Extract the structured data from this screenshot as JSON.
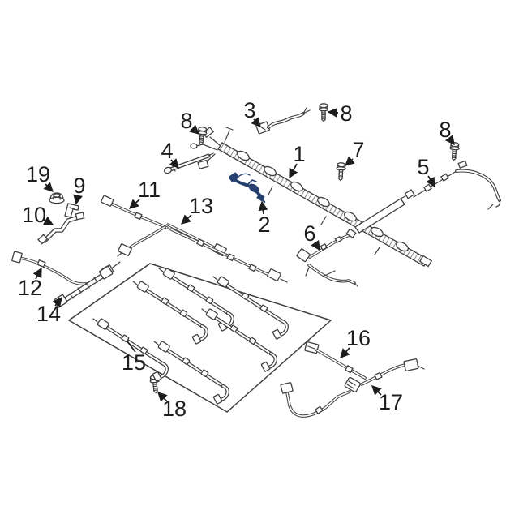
{
  "diagram": {
    "type": "exploded-parts-diagram",
    "subject": "wiring harness / battery cable assembly",
    "background_color": "#ffffff",
    "line_color": "#3f3f3f",
    "label_color": "#1d1d1d",
    "highlight_color": "#25406e",
    "highlighted_callout": "2"
  },
  "callouts": {
    "n1": "1",
    "n2": "2",
    "n3": "3",
    "n4": "4",
    "n5": "5",
    "n6": "6",
    "n7": "7",
    "n8a": "8",
    "n8b": "8",
    "n8c": "8",
    "n9": "9",
    "n10": "10",
    "n11": "11",
    "n12": "12",
    "n13": "13",
    "n14": "14",
    "n15": "15",
    "n16": "16",
    "n17": "17",
    "n18": "18",
    "n19": "19"
  }
}
